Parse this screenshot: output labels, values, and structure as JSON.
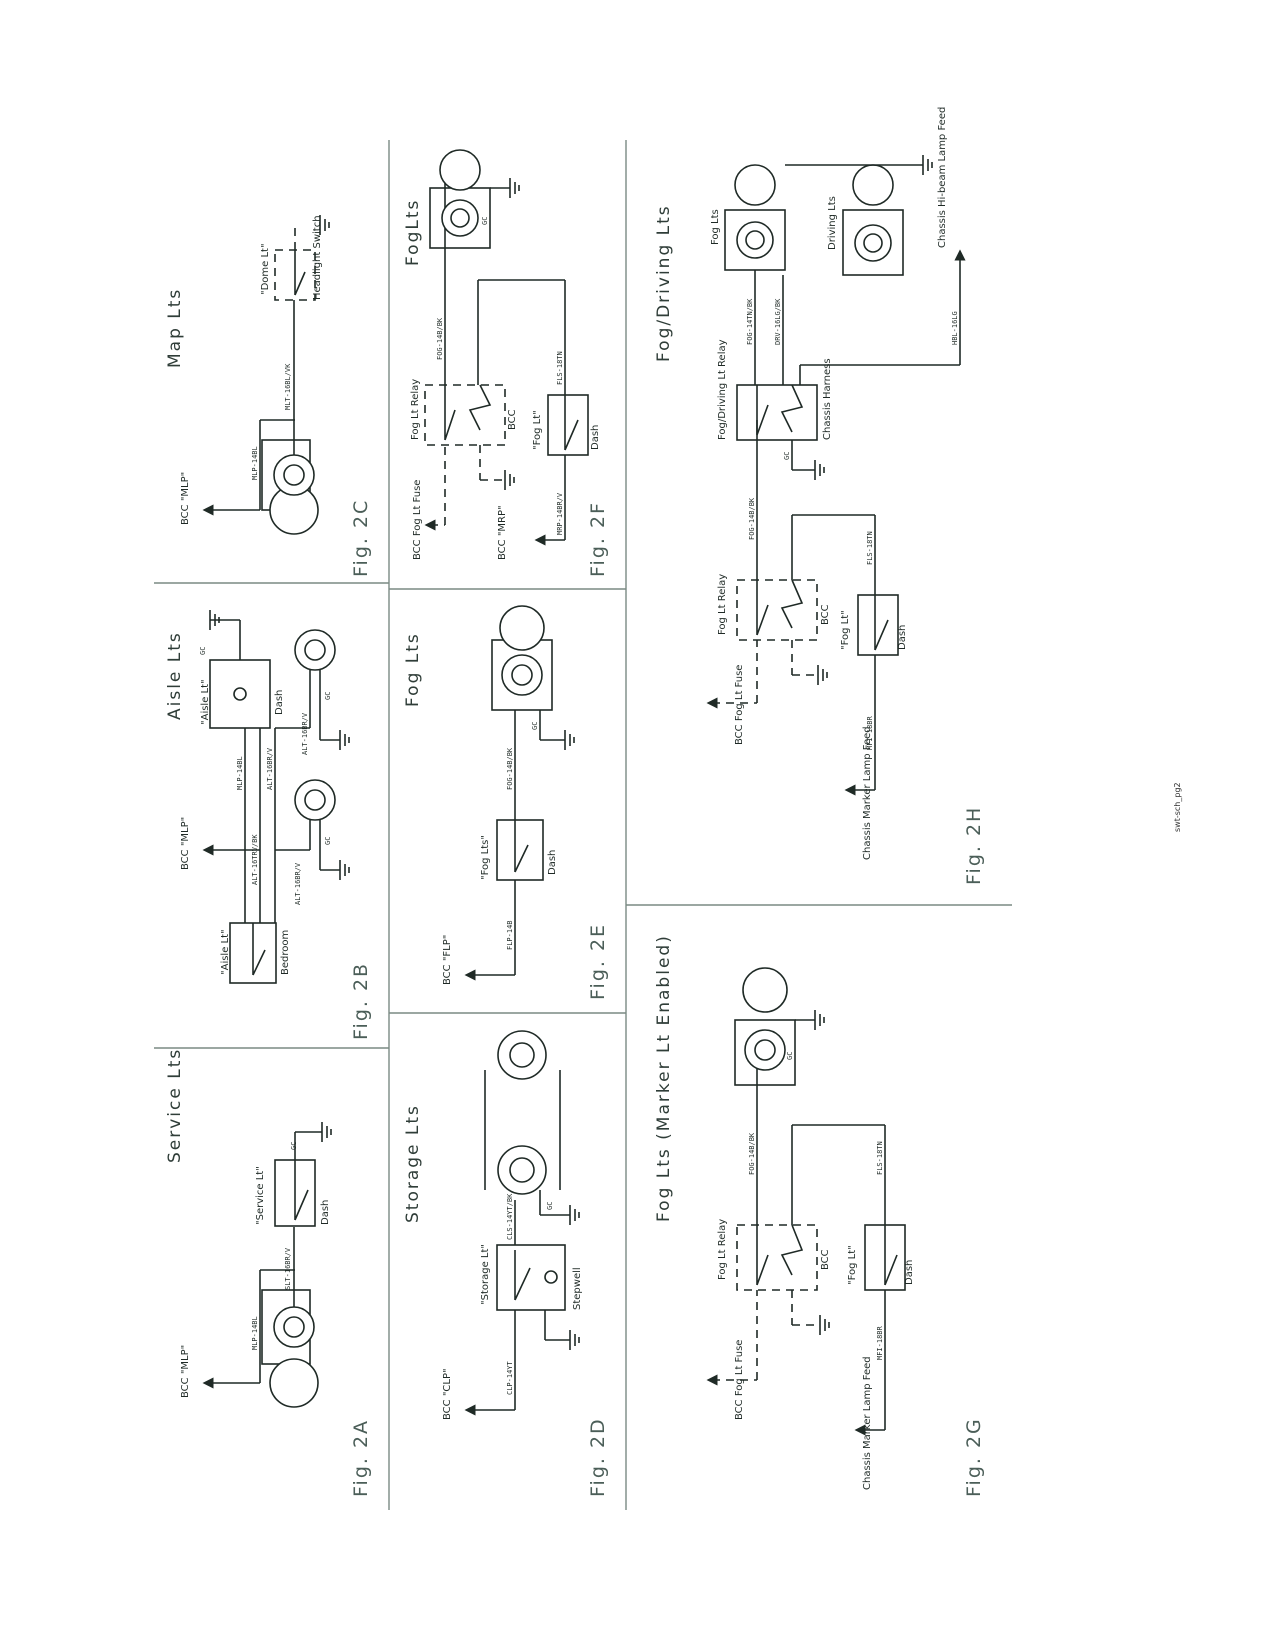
{
  "page_id": "swt-sch_pg2",
  "figures": {
    "2A": {
      "fig": "Fig. 2A",
      "title": "Service Lts",
      "feed": "BCC \"MLP\"",
      "switch": "\"Service Lt\"",
      "location": "Dash",
      "wire_a": "MLP-14BL",
      "wire_b": "SLT-16BR/V",
      "ground": "GC"
    },
    "2B": {
      "fig": "Fig. 2B",
      "title": "Aisle Lts",
      "feed": "BCC \"MLP\"",
      "switch_a": "\"Aisle Lt\"",
      "loc_a": "Bedroom",
      "switch_b": "\"Aisle Lt\"",
      "loc_b": "Dash",
      "wire_a": "ALT-16BR/V",
      "wire_b": "MLP-14BL",
      "wire_c": "ALT-16TRV/BK",
      "wire_d": "ALT-16BR/V",
      "wire_e": "ALT-16BR/V",
      "ground_a": "GC",
      "ground_b": "GC",
      "ground_c": "GC"
    },
    "2C": {
      "fig": "Fig. 2C",
      "title": "Map Lts",
      "feed": "BCC \"MLP\"",
      "switch": "\"Dome Lt\"",
      "location": "Headlight Switch",
      "wire_a": "MLP-14BL",
      "wire_b": "MLT-16BL/VK"
    },
    "2D": {
      "fig": "Fig. 2D",
      "title": "Storage Lts",
      "feed": "BCC \"CLP\"",
      "switch": "\"Storage Lt\"",
      "location": "Stepwell",
      "wire_a": "CLP-14YT",
      "wire_b": "CLS-14YT/BK",
      "ground": "GC"
    },
    "2E": {
      "fig": "Fig. 2E",
      "title": "Fog Lts",
      "feed": "BCC \"FLP\"",
      "switch": "\"Fog Lts\"",
      "location": "Dash",
      "wire_a": "FLP-14B",
      "wire_b": "FOG-14B/BK",
      "ground": "GC"
    },
    "2F": {
      "fig": "Fig. 2F",
      "title": "FogLts",
      "feed_a": "BCC Fog Lt Fuse",
      "feed_b": "BCC \"MRP\"",
      "relay": "Fog Lt Relay",
      "relay_loc": "BCC",
      "switch": "\"Fog Lt\"",
      "location": "Dash",
      "wire_a": "FOG-14B/BK",
      "wire_b": "FLS-18TN",
      "wire_c": "MRP-14BR/V",
      "ground": "GC"
    },
    "2G": {
      "fig": "Fig. 2G",
      "title": "Fog Lts (Marker Lt Enabled)",
      "feed_a": "BCC Fog Lt Fuse",
      "feed_b": "Chassis Marker Lamp Feed",
      "relay": "Fog Lt Relay",
      "relay_loc": "BCC",
      "switch": "\"Fog Lt\"",
      "location": "Dash",
      "wire_a": "FOG-14B/BK",
      "wire_b": "FLS-18TN",
      "wire_c": "MFI-18BR",
      "ground": "GC"
    },
    "2H": {
      "fig": "Fig. 2H",
      "title": "Fog/Driving Lts",
      "feed_a": "BCC Fog Lt Fuse",
      "feed_b": "Chassis Marker Lamp Feed",
      "feed_c": "Chassis Hi-beam Lamp Feed",
      "relay_a": "Fog Lt Relay",
      "relay_a_loc": "BCC",
      "relay_b": "Fog/Driving Lt Relay",
      "relay_b_loc": "Chassis Harness",
      "switch": "\"Fog Lt\"",
      "location": "Dash",
      "lamps_a": "Fog Lts",
      "lamps_b": "Driving Lts",
      "wire_a": "FOG-14B/BK",
      "wire_b": "FLS-18TN",
      "wire_c": "MFI-18BR",
      "wire_d": "FOG-14TN/BK",
      "wire_e": "DRV-16LG/BK",
      "wire_f": "HBL-16LG",
      "ground": "GC"
    }
  }
}
